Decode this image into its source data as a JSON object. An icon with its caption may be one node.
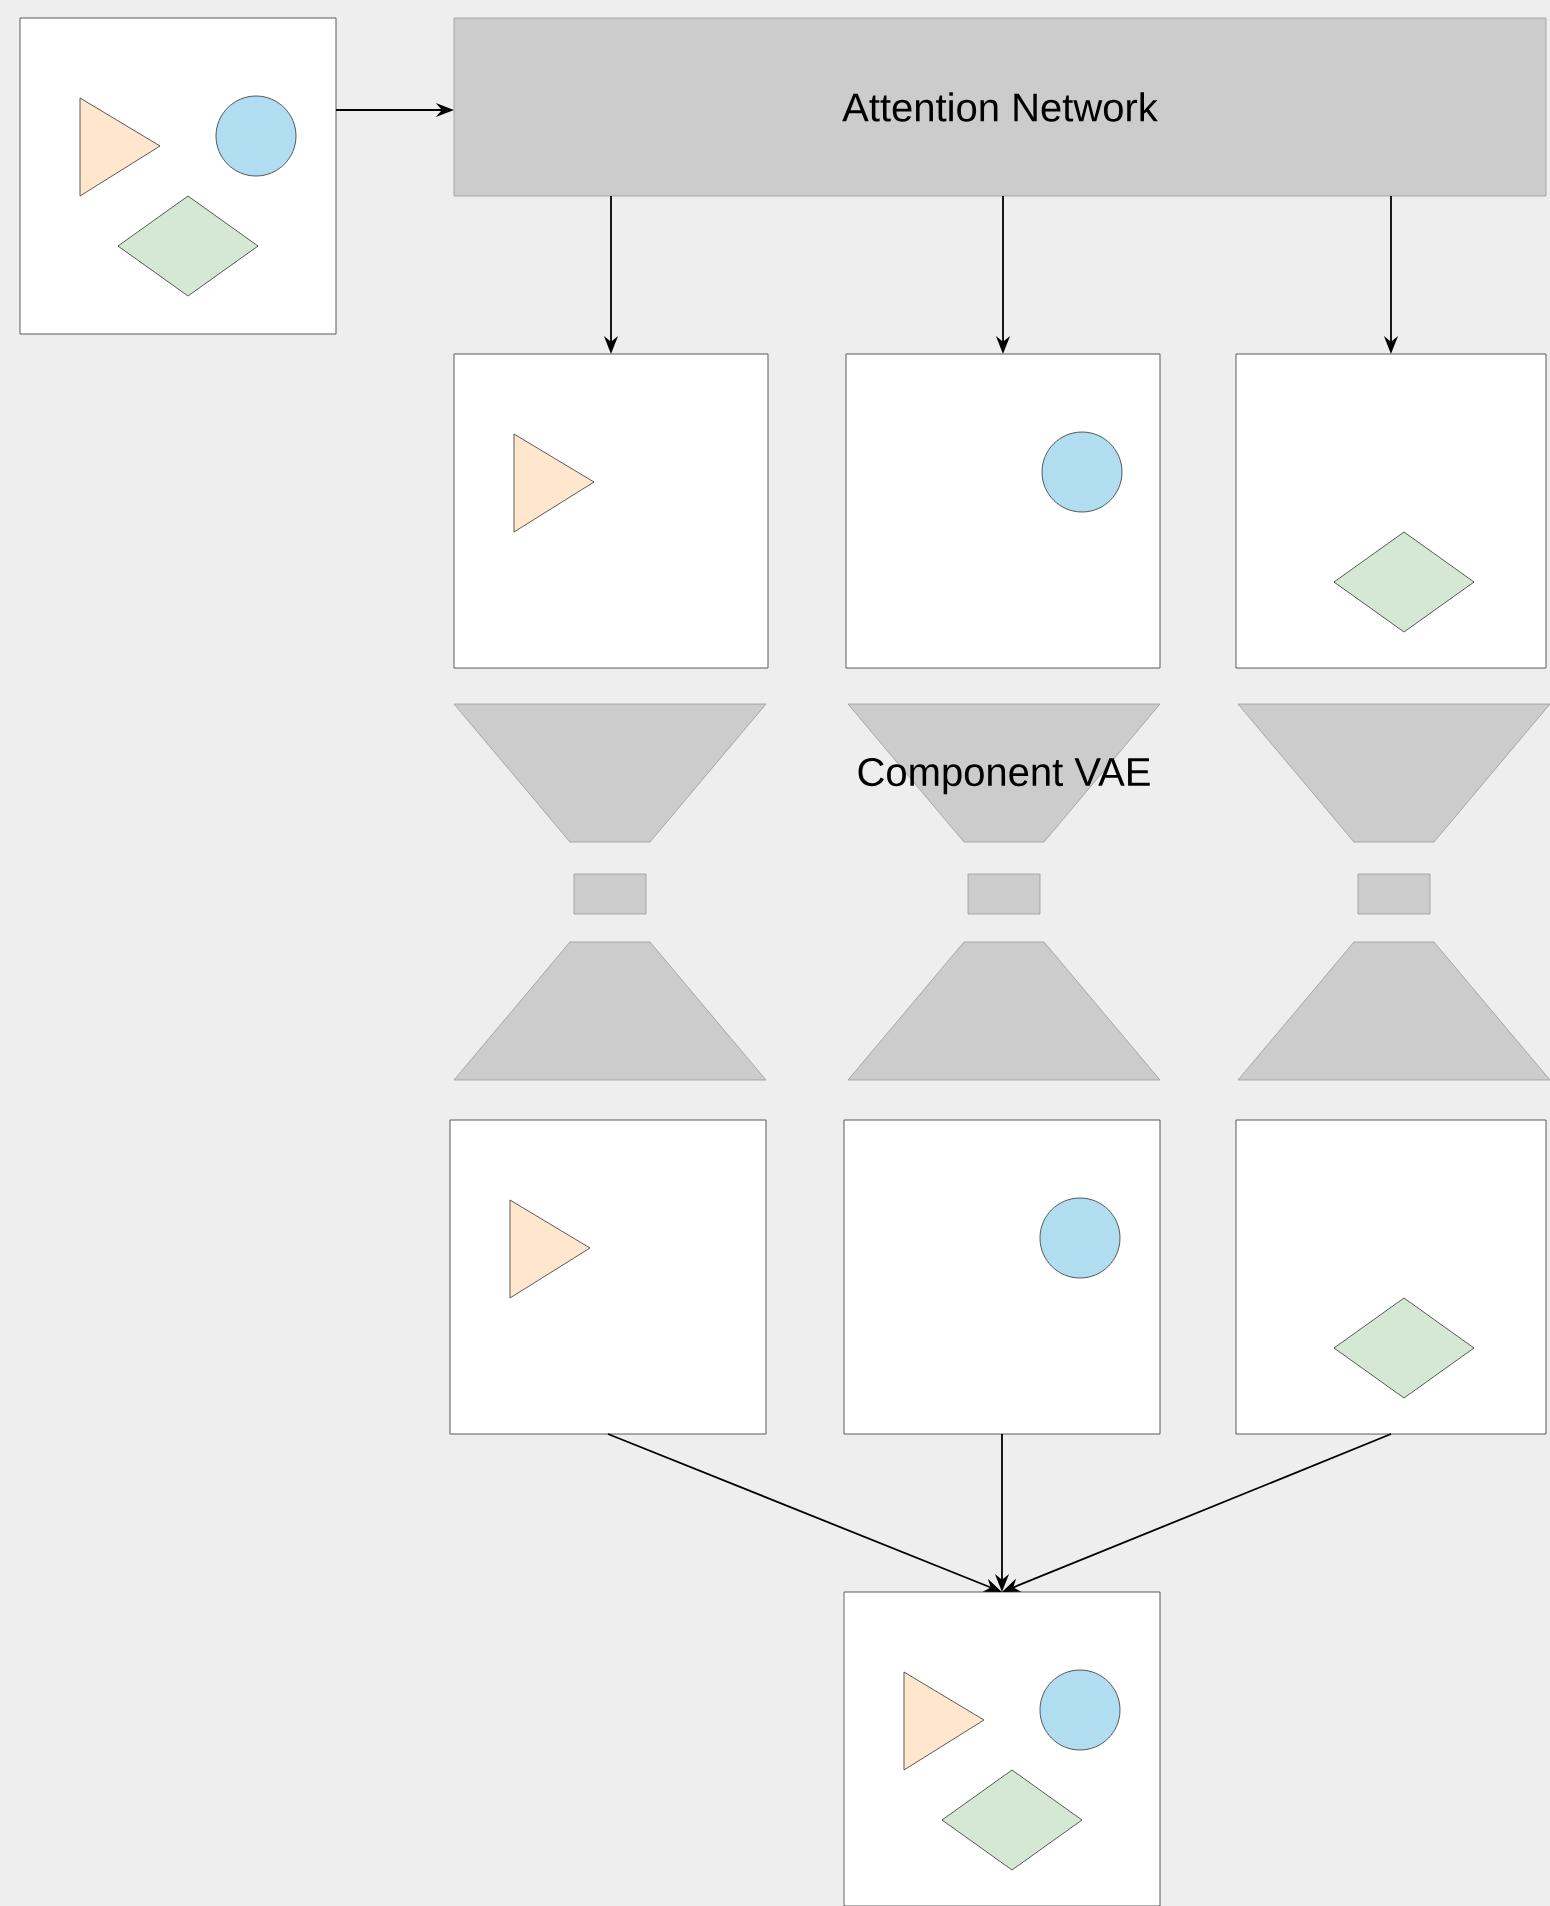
{
  "diagram": {
    "nodes": [
      {
        "text": [],
        "shape": "picture"
      },
      {
        "text": [
          "Attention Network"
        ]
      },
      {
        "text": [],
        "shape": "picture"
      },
      {
        "text": [],
        "shape": "picture"
      },
      {
        "text": [],
        "shape": "picture"
      },
      {
        "text": [],
        "shape": "picture"
      },
      {
        "text": [],
        "shape": "picture"
      },
      {
        "text": [],
        "shape": "picture"
      },
      {
        "text": [],
        "shape": "picture"
      }
    ],
    "edges": [
      {
        "from": 0,
        "to": 1,
        "arrow": "to"
      },
      {
        "from": 1,
        "to": 2,
        "arrow": "to"
      },
      {
        "from": 1,
        "to": 3,
        "arrow": "to"
      },
      {
        "from": 1,
        "to": 4,
        "arrow": "to"
      },
      {
        "from": 5,
        "to": 8,
        "arrow": "to"
      },
      {
        "from": 6,
        "to": 8,
        "arrow": "to"
      },
      {
        "from": 7,
        "to": 8,
        "arrow": "to"
      }
    ],
    "labels": [
      "Component VAE"
    ]
  }
}
